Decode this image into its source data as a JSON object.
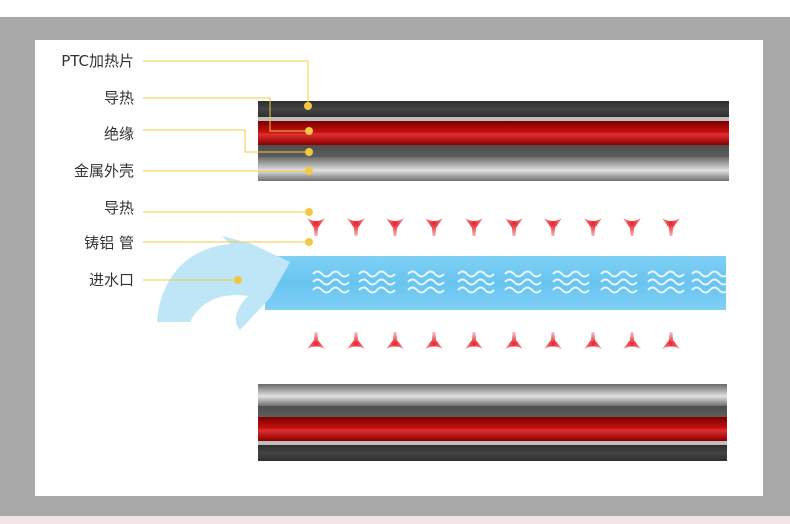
{
  "labels": {
    "ptc_heater": "PTC加热片",
    "heat_conduction_1": "导热",
    "insulation": "绝缘",
    "metal_shell": "金属外壳",
    "heat_conduction_2": "导热",
    "cast_aluminum_tube": "铸铝 管",
    "water_inlet": "进水口"
  },
  "colors": {
    "leader_line": "#f3c844",
    "heat_arrow": "#e8202a",
    "water": "#6cc6f2",
    "inlet_arrow": "#bfe6f7",
    "frame": "#a8a8a8"
  },
  "icons": {
    "heat_arrows_top": "red-downward-arrow-icon",
    "heat_arrows_bottom": "red-upward-arrow-icon",
    "water_waves": "wave-icon",
    "inlet": "curved-inflow-arrow-icon"
  }
}
